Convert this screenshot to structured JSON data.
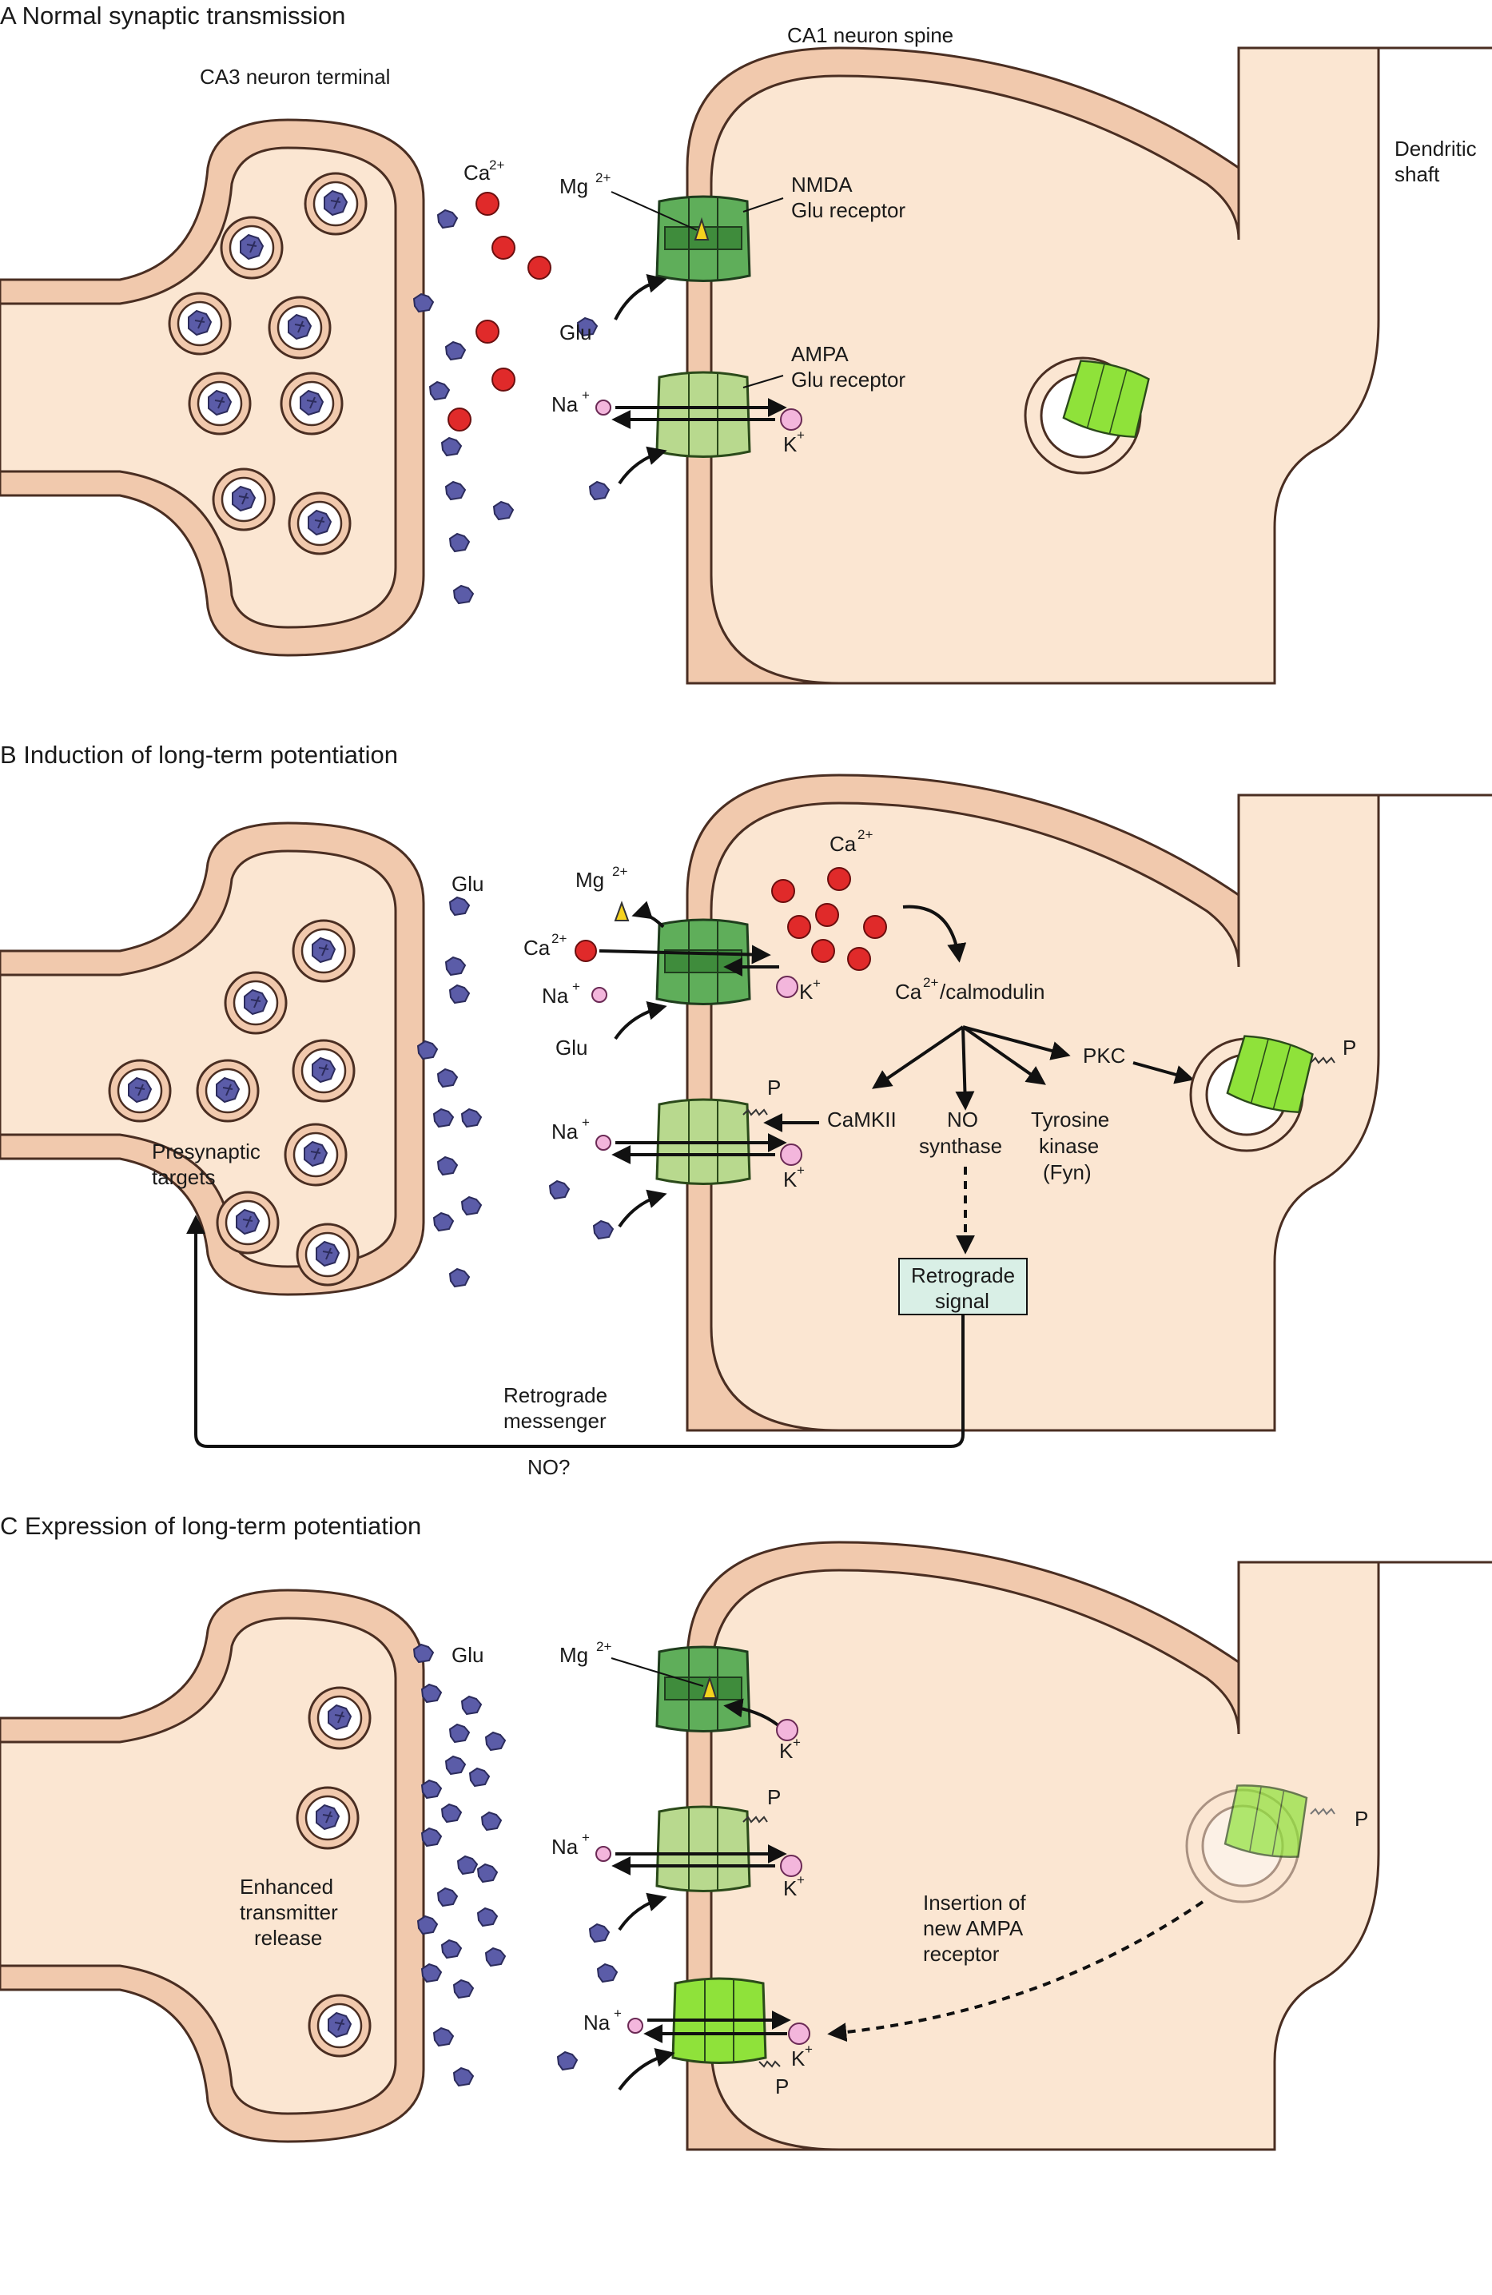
{
  "panels": {
    "a_title": "A  Normal synaptic transmission",
    "b_title": "B  Induction of long-term potentiation",
    "c_title": "C  Expression of long-term potentiation"
  },
  "labels": {
    "ca3_terminal": "CA3 neuron terminal",
    "ca1_spine": "CA1 neuron spine",
    "dendritic_shaft_1": "Dendritic",
    "dendritic_shaft_2": "shaft",
    "ca": "Ca",
    "ca_sup": "2+",
    "mg": "Mg",
    "mg_sup": "2+",
    "na": "Na",
    "na_sup": "+",
    "k": "K",
    "k_sup": "+",
    "glu": "Glu",
    "nmda_1": "NMDA",
    "nmda_2": "Glu receptor",
    "ampa_1": "AMPA",
    "ampa_2": "Glu receptor",
    "calmodulin": "/calmodulin",
    "pkc": "PKC",
    "camkii": "CaMKII",
    "no_synthase_1": "NO",
    "no_synthase_2": "synthase",
    "tyrosine_1": "Tyrosine",
    "tyrosine_2": "kinase",
    "tyrosine_3": "(Fyn)",
    "retrograde_signal_1": "Retrograde",
    "retrograde_signal_2": "signal",
    "retrograde_messenger_1": "Retrograde",
    "retrograde_messenger_2": "messenger",
    "no_q": "NO?",
    "presynaptic_1": "Presynaptic",
    "presynaptic_2": "targets",
    "p": "P",
    "enhanced_1": "Enhanced",
    "enhanced_2": "transmitter",
    "enhanced_3": "release",
    "insertion_1": "Insertion of",
    "insertion_2": "new AMPA",
    "insertion_3": "receptor"
  },
  "colors": {
    "membrane_outer": "#f1c9ad",
    "cytoplasm": "#fbe6d2",
    "nmda_receptor": "#5fae5a",
    "ampa_receptor": "#b8d98e",
    "new_ampa_receptor": "#8fe23a",
    "calcium": "#e02a2a",
    "glutamate": "#5b5ca8",
    "mg_block": "#f5d21e",
    "retrograde_box": "#d9efe6"
  }
}
